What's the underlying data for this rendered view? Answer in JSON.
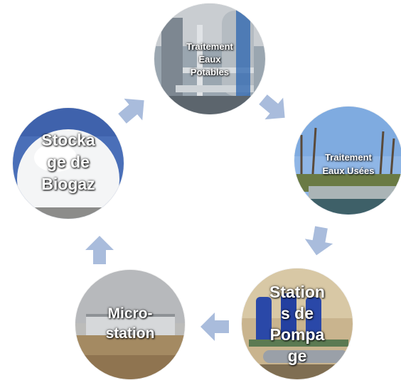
{
  "nodes": {
    "potable": {
      "lines": [
        "Traitement",
        "Eaux",
        "Potables"
      ]
    },
    "usees": {
      "lines": [
        "Traitement",
        "Eaux Usées"
      ]
    },
    "pompage": {
      "lines": [
        "Station",
        "s de",
        "Pompa",
        "ge"
      ]
    },
    "micro": {
      "lines": [
        "Micro-",
        "station"
      ]
    },
    "biogaz": {
      "lines": [
        "Stocka",
        "ge de",
        "Biogaz"
      ]
    }
  },
  "colors": {
    "arrow": "#a9bcdc",
    "label": "#ffffff"
  }
}
